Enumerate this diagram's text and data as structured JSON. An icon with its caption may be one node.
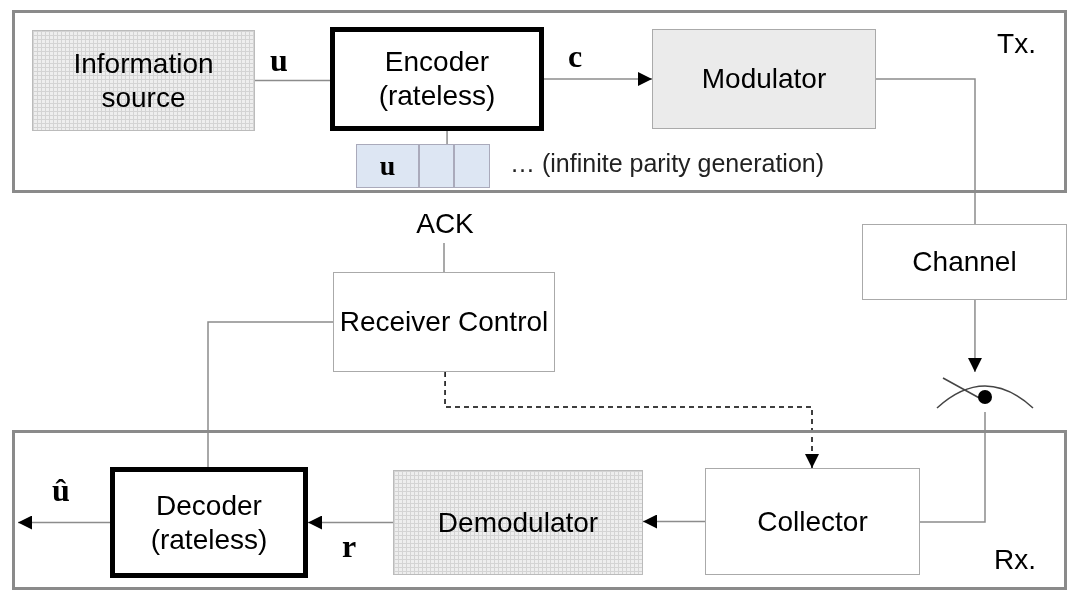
{
  "diagram": {
    "nodes": [
      {
        "text": [
          "Tx."
        ]
      },
      {
        "text": [
          "Information source"
        ],
        "in": 0
      },
      {
        "text": [
          "Encoder (rateless)"
        ],
        "in": 0
      },
      {
        "text": [
          "Modulator"
        ],
        "in": 0
      },
      {
        "text": [
          "u"
        ],
        "in": 0
      },
      {
        "text": [],
        "shape": "box",
        "in": 0
      },
      {
        "text": [],
        "shape": "box",
        "in": 0
      },
      {
        "text": [
          "ACK"
        ]
      },
      {
        "text": [
          "Channel"
        ]
      },
      {
        "text": [
          "Receiver Control"
        ]
      },
      {
        "text": [],
        "shape": "switch"
      },
      {
        "text": [
          "Rx."
        ]
      },
      {
        "text": [
          "Decoder (rateless)"
        ],
        "in": 11
      },
      {
        "text": [
          "Demodulator"
        ],
        "in": 11
      },
      {
        "text": [
          "Collector"
        ],
        "in": 11
      }
    ],
    "edges": [
      {
        "from": 1,
        "to": 2,
        "arrow": "none",
        "label": "u"
      },
      {
        "from": 2,
        "to": 3,
        "arrow": "to",
        "label": "c"
      },
      {
        "from": 2,
        "to": 5,
        "arrow": "none"
      },
      {
        "from": 3,
        "to": 8,
        "arrow": "none"
      },
      {
        "from": 9,
        "to": 7,
        "arrow": "none"
      },
      {
        "from": 8,
        "to": 10,
        "arrow": "to"
      },
      {
        "from": 10,
        "to": 14,
        "arrow": "none"
      },
      {
        "from": 9,
        "to": 14,
        "arrow": "to",
        "style": "dashed",
        "color": "#000000"
      },
      {
        "from": 9,
        "to": 12,
        "arrow": "none"
      },
      {
        "from": 14,
        "to": 13,
        "arrow": "to"
      },
      {
        "from": 13,
        "to": 12,
        "arrow": "to",
        "label": "r"
      },
      {
        "from": 12,
        "to": null,
        "arrow": "to",
        "label": "û"
      }
    ],
    "labels": [
      "… (infinite parity generation)"
    ]
  }
}
